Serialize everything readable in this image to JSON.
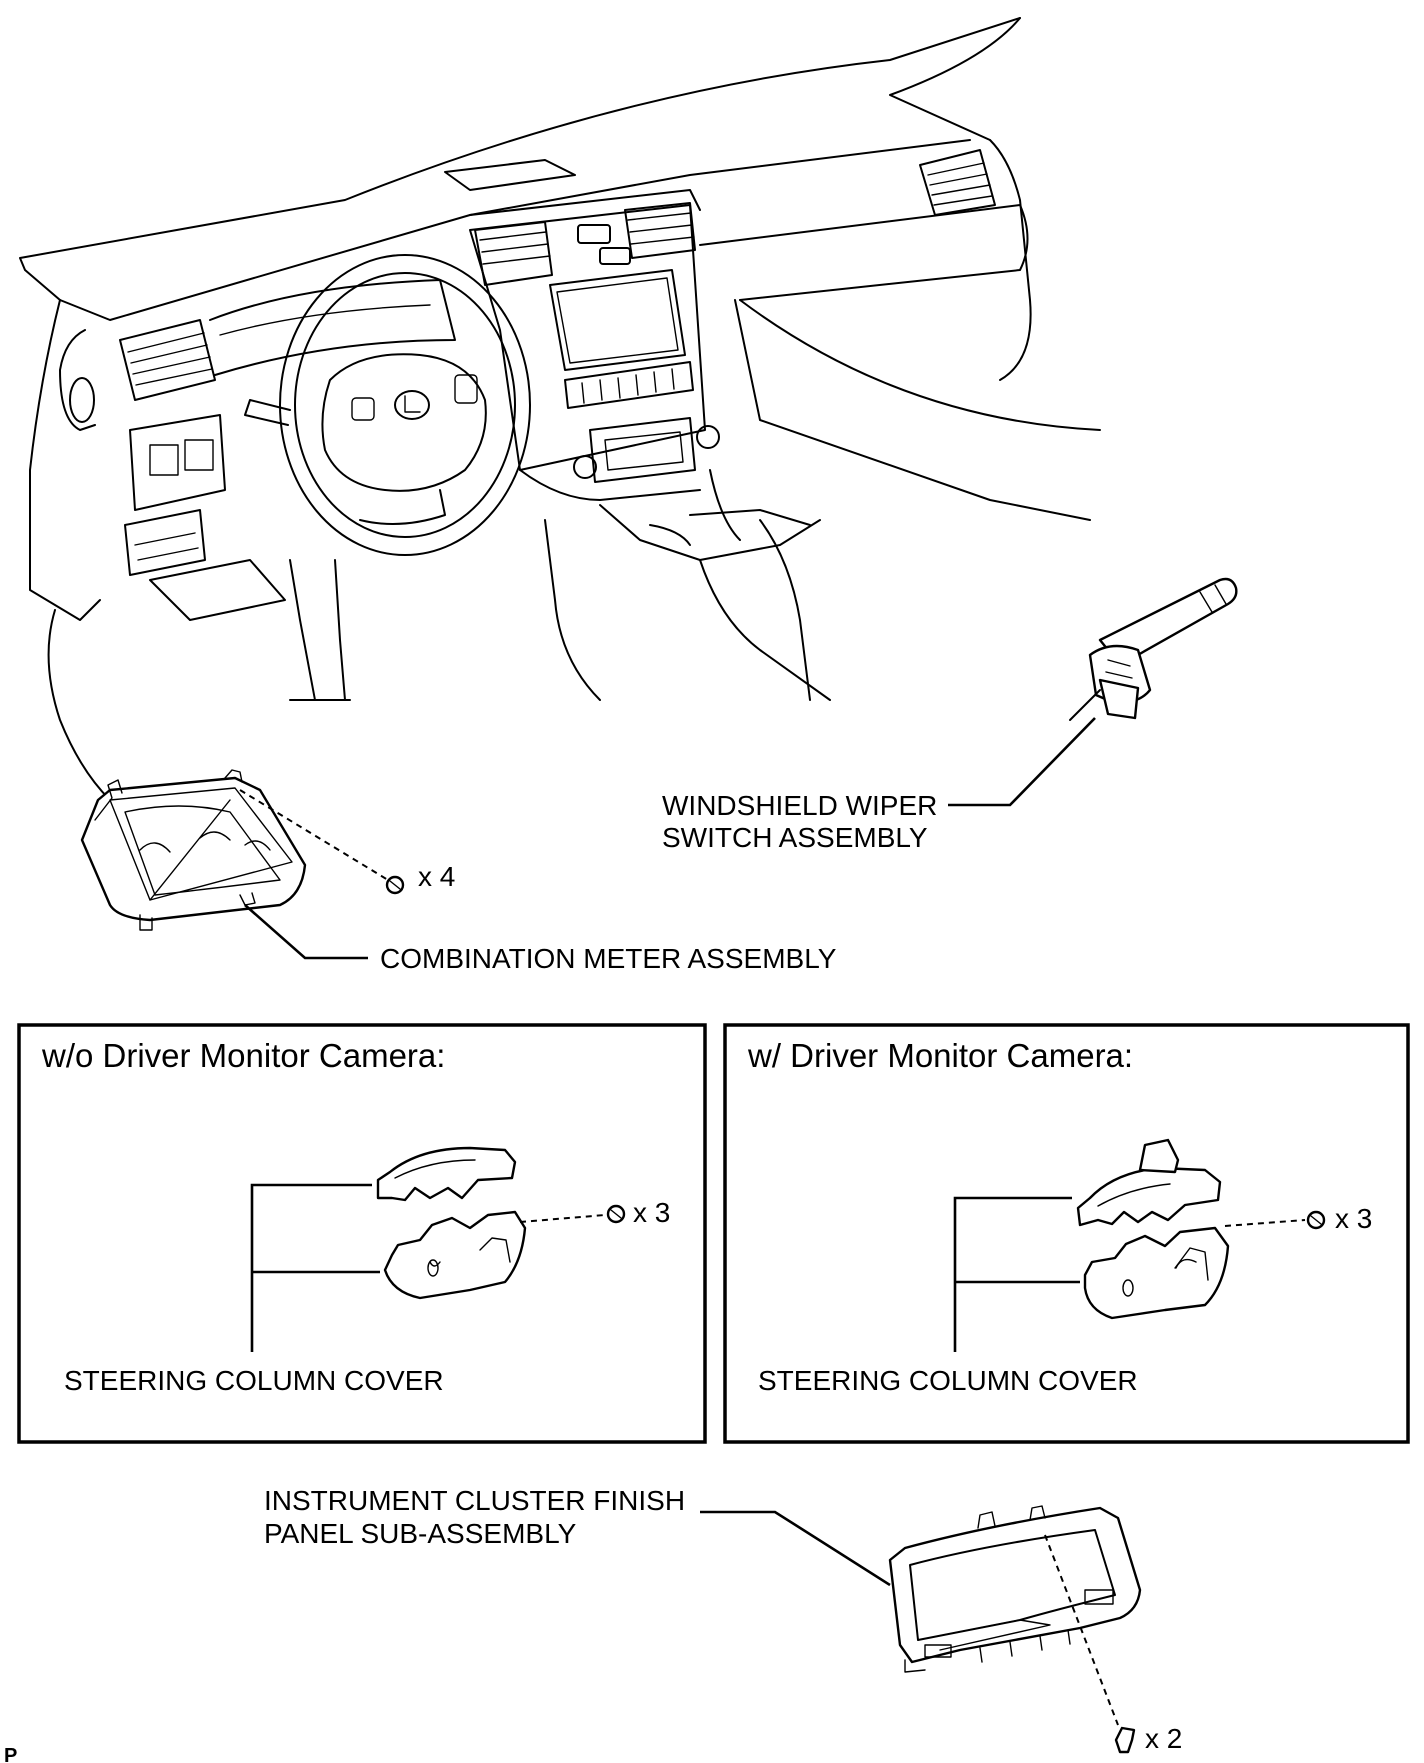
{
  "labels": {
    "wiper_switch_line1": "WINDSHIELD WIPER",
    "wiper_switch_line2": "SWITCH ASSEMBLY",
    "meter_qty": "x 4",
    "combination_meter": "COMBINATION METER ASSEMBLY",
    "panel_left_title": "w/o Driver Monitor Camera:",
    "panel_left_qty": "x 3",
    "panel_left_part": "STEERING COLUMN COVER",
    "panel_right_title": "w/ Driver Monitor Camera:",
    "panel_right_qty": "x 3",
    "panel_right_part": "STEERING COLUMN COVER",
    "finish_panel_line1": "INSTRUMENT CLUSTER FINISH",
    "finish_panel_line2": "PANEL SUB-ASSEMBLY",
    "finish_panel_qty": "x 2",
    "page_marker": "P"
  }
}
